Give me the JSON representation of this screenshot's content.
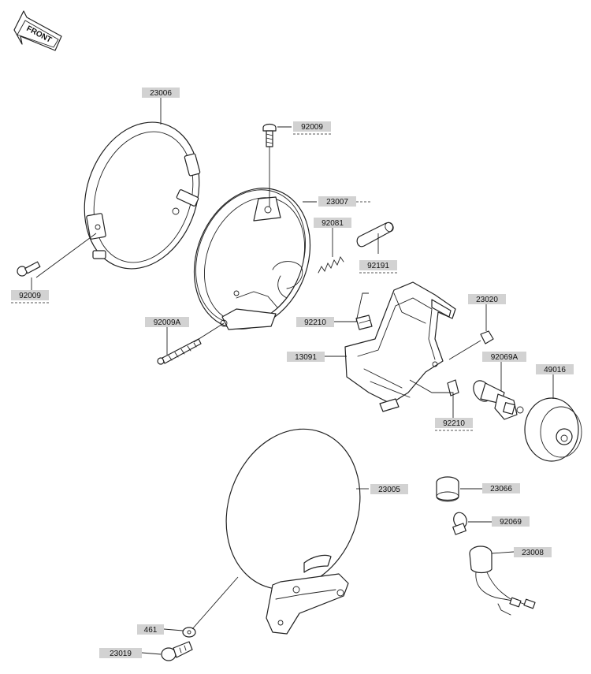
{
  "front_badge": {
    "text": "FRONT"
  },
  "labels": {
    "p23006": "23006",
    "p92009_top": "92009",
    "p23007": "23007",
    "p92081": "92081",
    "p92191": "92191",
    "p92009_left": "92009",
    "p92009A": "92009A",
    "p92210_upper": "92210",
    "p23020": "23020",
    "p13091": "13091",
    "p92069A": "92069A",
    "p49016": "49016",
    "p92210_lower": "92210",
    "p23005": "23005",
    "p23066": "23066",
    "p92069": "92069",
    "p23008": "23008",
    "p461": "461",
    "p23019": "23019"
  }
}
